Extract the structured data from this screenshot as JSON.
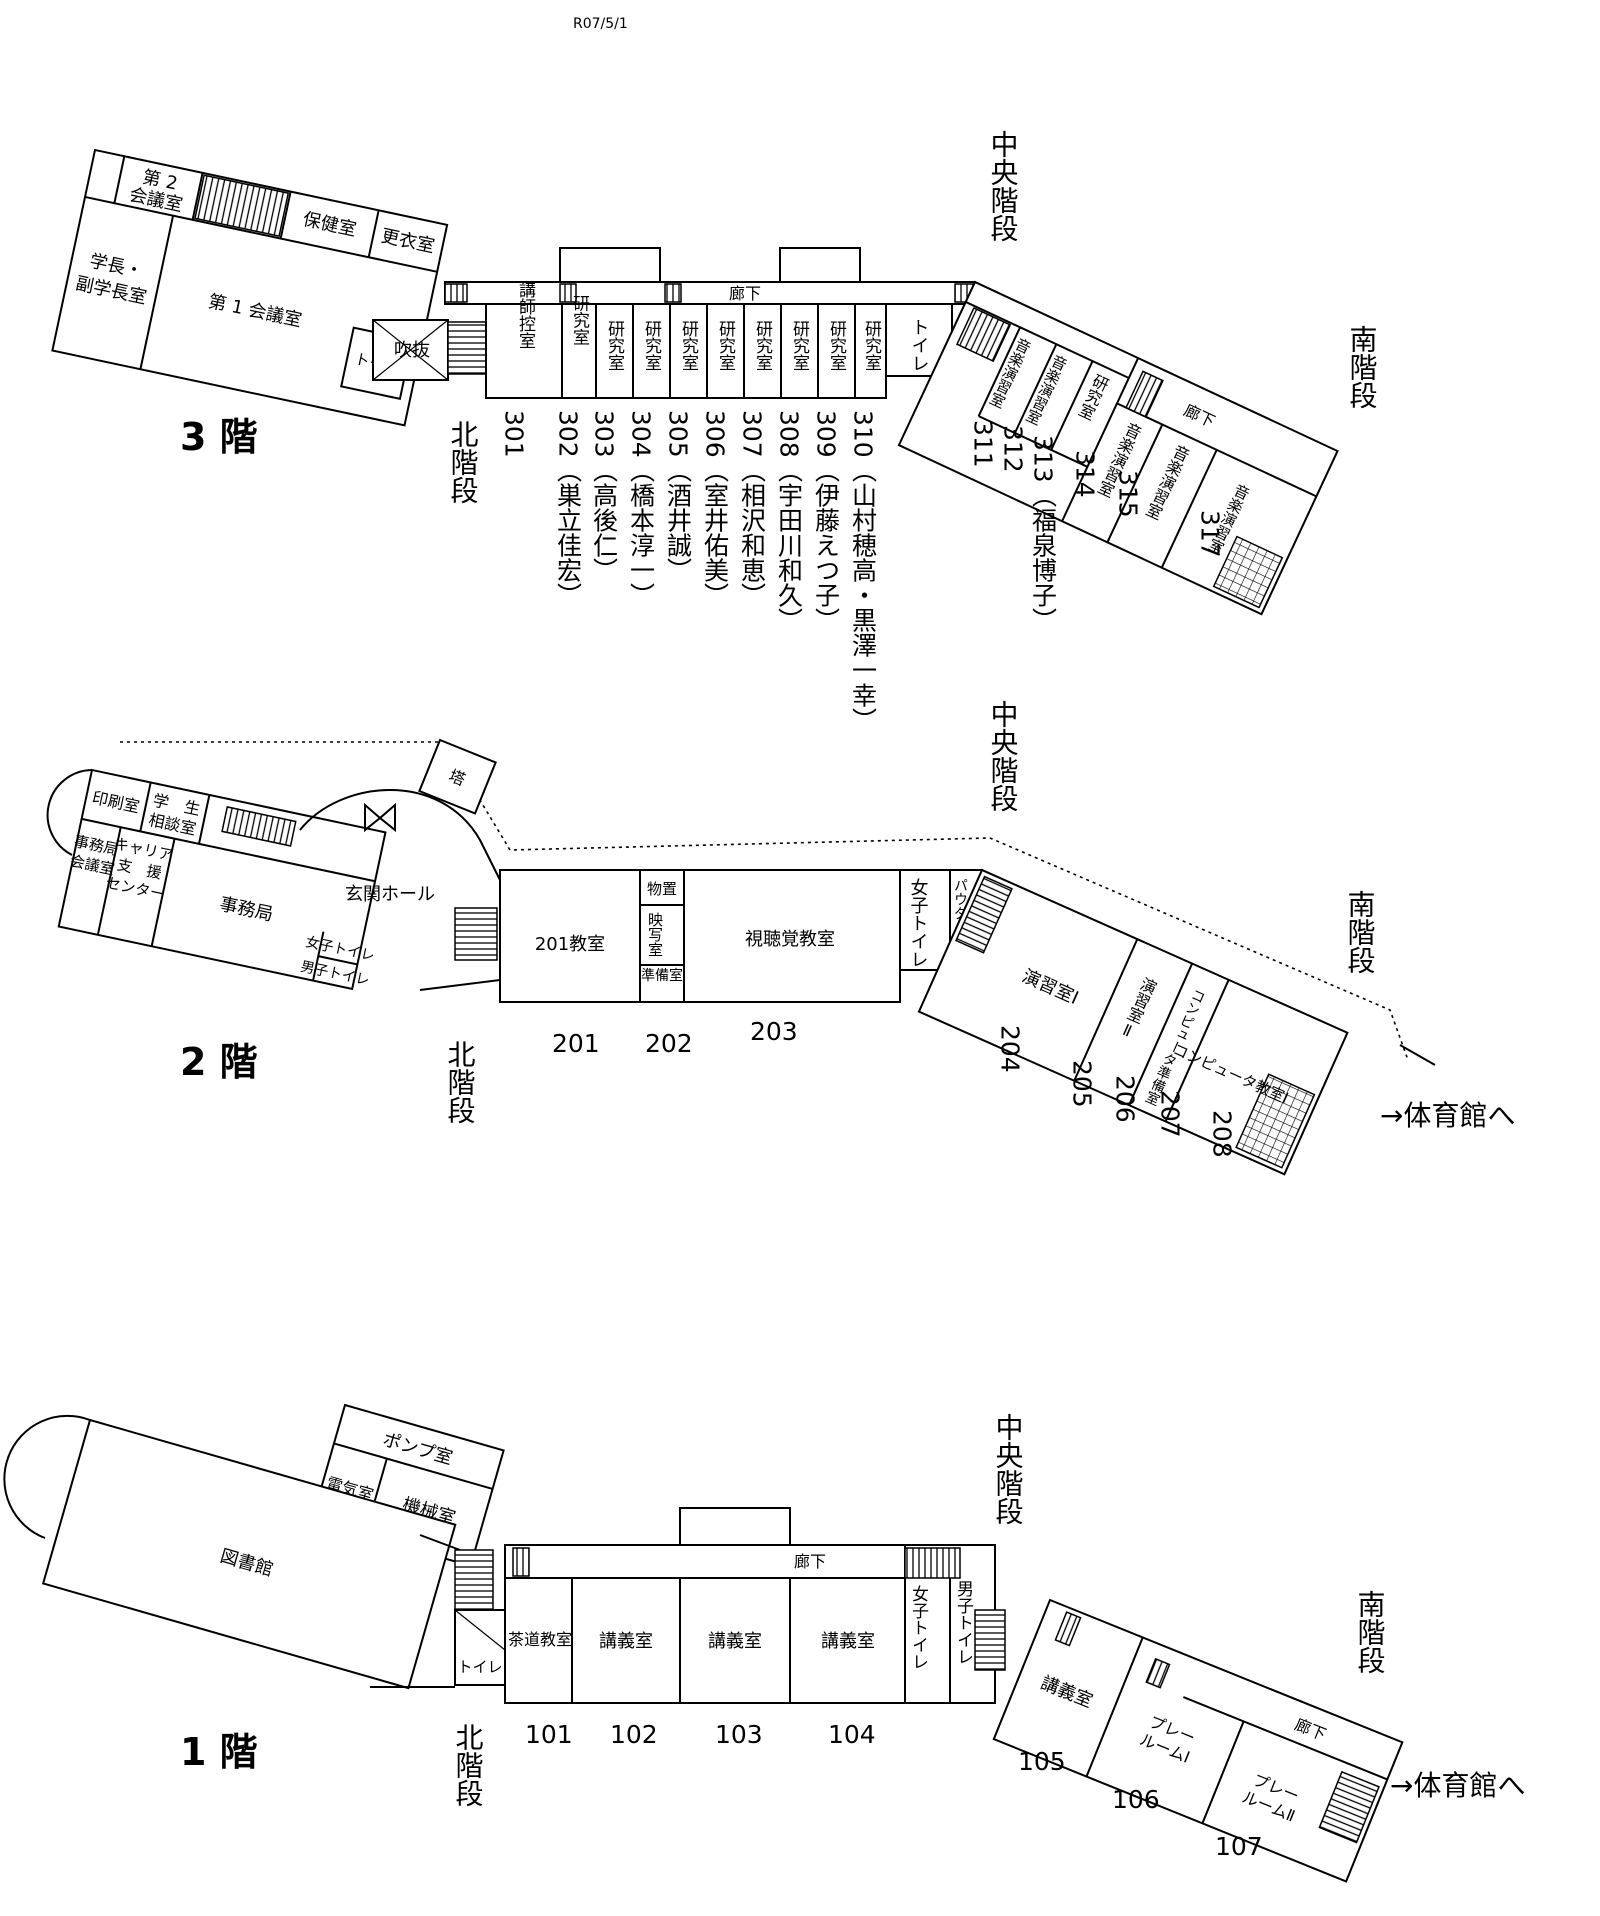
{
  "date": "R07/5/1",
  "floor3": {
    "label": "3 階",
    "rooms": {
      "dai2": [
        "第 2",
        "会議室"
      ],
      "gakucho": [
        "学長・",
        "副学長室"
      ],
      "hoken": "保健室",
      "koui": "更衣室",
      "dai1": "第 1 会議室",
      "toilet_small": "トイレ",
      "fukinuke": "吹抜",
      "koushi": "講師控室",
      "lab": "研究室",
      "toilet": "トイレ",
      "corridor": "廊下",
      "ongaku": "音楽演習室"
    },
    "stairs": {
      "north": "北階段",
      "central": "中央階段",
      "south": "南階段"
    },
    "numbers": {
      "n301": "301",
      "n302": "302（巣立佳宏）",
      "n303": "303（高後仁）",
      "n304": "304（橋本淳一）",
      "n305": "305（酒井誠）",
      "n306": "306（室井佑美）",
      "n307": "307（相沢和恵）",
      "n308": "308（宇田川和久）",
      "n309": "309（伊藤えつ子）",
      "n310": "310（山村穂高・黒澤一幸）",
      "n311": "311",
      "n312": "312",
      "n313": "313（福泉博子）",
      "n314": "314",
      "n315": "315",
      "n317": "317"
    }
  },
  "floor2": {
    "label": "2 階",
    "rooms": {
      "insatsu": "印刷室",
      "gakusei": [
        "学　生",
        "相談室"
      ],
      "tou": "塔",
      "genkan": "玄関ホール",
      "jimu_kaigi": [
        "事務局",
        "会議室"
      ],
      "career": [
        "キャリア",
        "支　援",
        "センター"
      ],
      "jimukyoku": "事務局",
      "joshi_toilet_small": "女子トイレ",
      "danshi_toilet_small": "男子トイレ",
      "r201": "201教室",
      "butsuchi": "物置",
      "eisha": "映写室",
      "junbi": "準備室",
      "shichokaku": "視聴覚教室",
      "joshi_toilet": "女子トイレ",
      "powder": "パウダールーム",
      "enshu1": "演習室Ⅰ",
      "enshu2": "演習室Ⅱ",
      "comp_junbi": "コンピュータ準備室",
      "comp1": "コンピュータ教室Ⅰ"
    },
    "stairs": {
      "north": "北階段",
      "central": "中央階段",
      "south": "南階段"
    },
    "to_gym": "→体育館へ",
    "numbers": {
      "n201": "201",
      "n202": "202",
      "n203": "203",
      "n204": "204",
      "n205": "205",
      "n206": "206",
      "n207": "207",
      "n208": "208"
    }
  },
  "floor1": {
    "label": "1 階",
    "rooms": {
      "pump": "ポンプ室",
      "denki": "電気室",
      "kikai": "機械室",
      "toshokan": "図書館",
      "toilet": "トイレ",
      "sado": "茶道教室",
      "kougi": "講義室",
      "corridor": "廊下",
      "joshi_toilet": "女子トイレ",
      "danshi_toilet": "男子トイレ",
      "play1": [
        "プレー",
        "ルームⅠ"
      ],
      "play2": [
        "プレー",
        "ルームⅡ"
      ]
    },
    "stairs": {
      "north": "北階段",
      "central": "中央階段",
      "south": "南階段"
    },
    "to_gym": "→体育館へ",
    "numbers": {
      "n101": "101",
      "n102": "102",
      "n103": "103",
      "n104": "104",
      "n105": "105",
      "n106": "106",
      "n107": "107"
    }
  }
}
